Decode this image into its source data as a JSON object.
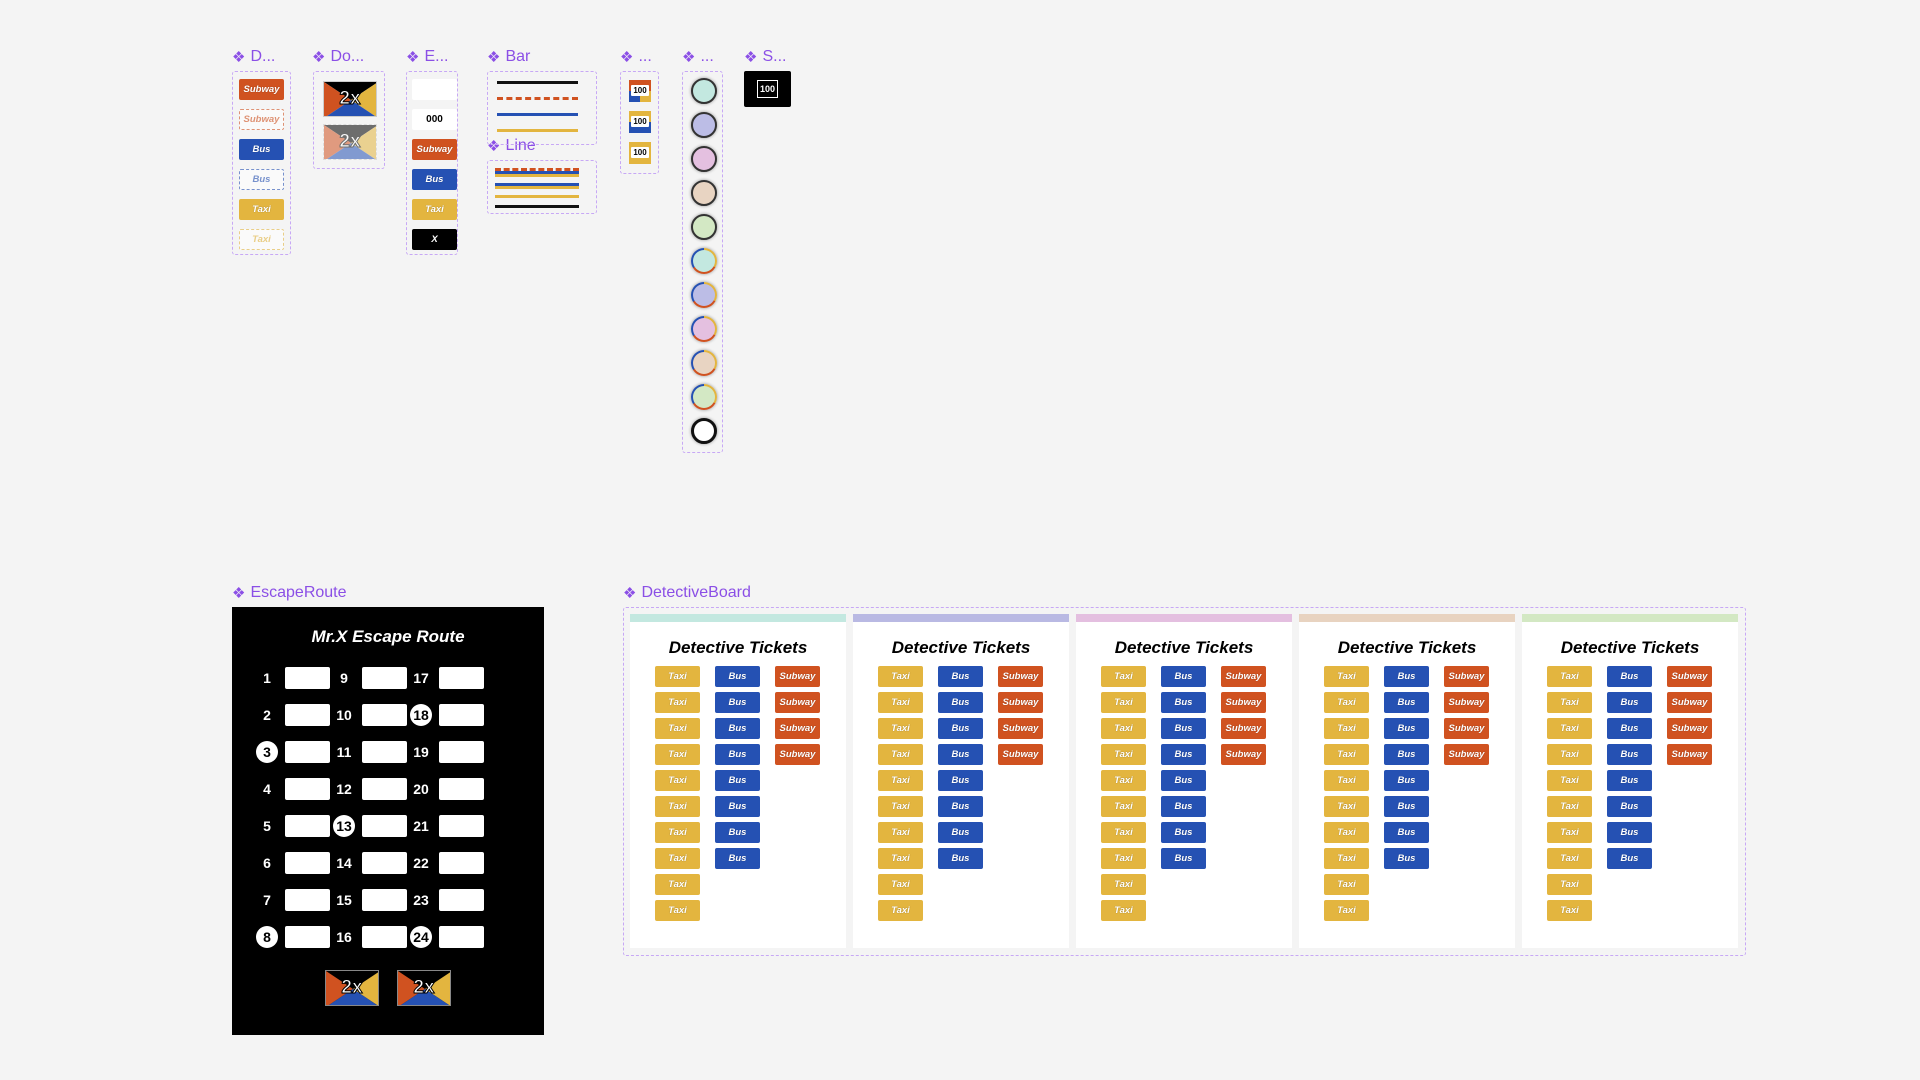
{
  "components": {
    "d": {
      "label": "D...",
      "tickets": [
        {
          "type": "subway",
          "label": "Subway"
        },
        {
          "type": "subway-ghost",
          "label": "Subway"
        },
        {
          "type": "bus",
          "label": "Bus"
        },
        {
          "type": "bus-ghost",
          "label": "Bus"
        },
        {
          "type": "taxi",
          "label": "Taxi"
        },
        {
          "type": "taxi-ghost",
          "label": "Taxi"
        }
      ]
    },
    "do": {
      "label": "Do...",
      "double_label": "2x"
    },
    "e": {
      "label": "E...",
      "items": [
        {
          "type": "empty",
          "label": ""
        },
        {
          "type": "number",
          "label": "000"
        },
        {
          "type": "subway",
          "label": "Subway"
        },
        {
          "type": "bus",
          "label": "Bus"
        },
        {
          "type": "taxi",
          "label": "Taxi"
        },
        {
          "type": "x",
          "label": "X"
        }
      ]
    },
    "bar": {
      "label": "Bar"
    },
    "line": {
      "label": "Line"
    },
    "hundred": {
      "label": "...",
      "value": "100"
    },
    "circles": {
      "label": "...",
      "fills": [
        "#c3e8e0",
        "#bcbde6",
        "#e4c0e0",
        "#e8d4c2",
        "#d3e8c4"
      ]
    },
    "s": {
      "label": "S...",
      "value": "100"
    }
  },
  "colors": {
    "subway": "#d05220",
    "bus": "#2551b3",
    "taxi": "#e3b53f",
    "accent": "#8b4fe6"
  },
  "escape_route": {
    "label": "EscapeRoute",
    "title": "Mr.X Escape Route",
    "reveal_rounds": [
      3,
      8,
      13,
      18,
      24
    ],
    "double_label": "2x"
  },
  "detective_board": {
    "label": "DetectiveBoard",
    "panel_title": "Detective Tickets",
    "panel_colors": [
      "#c3e8e0",
      "#b9b9e3",
      "#e4bfe0",
      "#e8d3c0",
      "#d3e8c3"
    ],
    "taxi_label": "Taxi",
    "taxi_count": 10,
    "bus_label": "Bus",
    "bus_count": 8,
    "subway_label": "Subway",
    "subway_count": 4
  }
}
